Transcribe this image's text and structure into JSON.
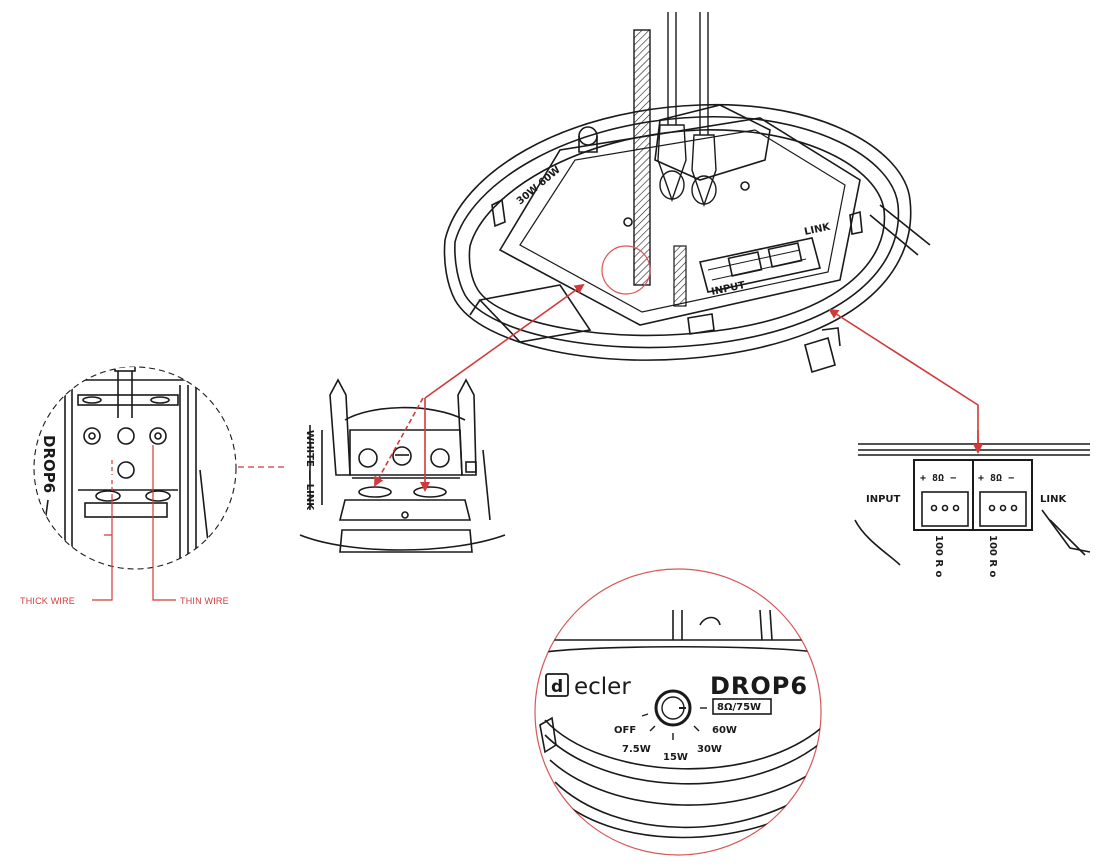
{
  "labels": {
    "thick_wire": "THICK WIRE",
    "thin_wire": "THIN WIRE",
    "model_side": "DROP6",
    "input": "INPUT",
    "link": "LINK",
    "term_left": "+ 8Ω −",
    "term_right": "+ 8Ω −",
    "brand": "ecler",
    "brand_logo": "d",
    "model": "DROP6",
    "tap_max": "8Ω/75W",
    "tap_off": "OFF",
    "tap_7_5": "7.5W",
    "tap_15": "15W",
    "tap_30": "30W",
    "tap_60": "60W"
  },
  "colors": {
    "line": "#1a1a1a",
    "accent": "#d23a3a",
    "zoom_circle": "#d95757"
  }
}
